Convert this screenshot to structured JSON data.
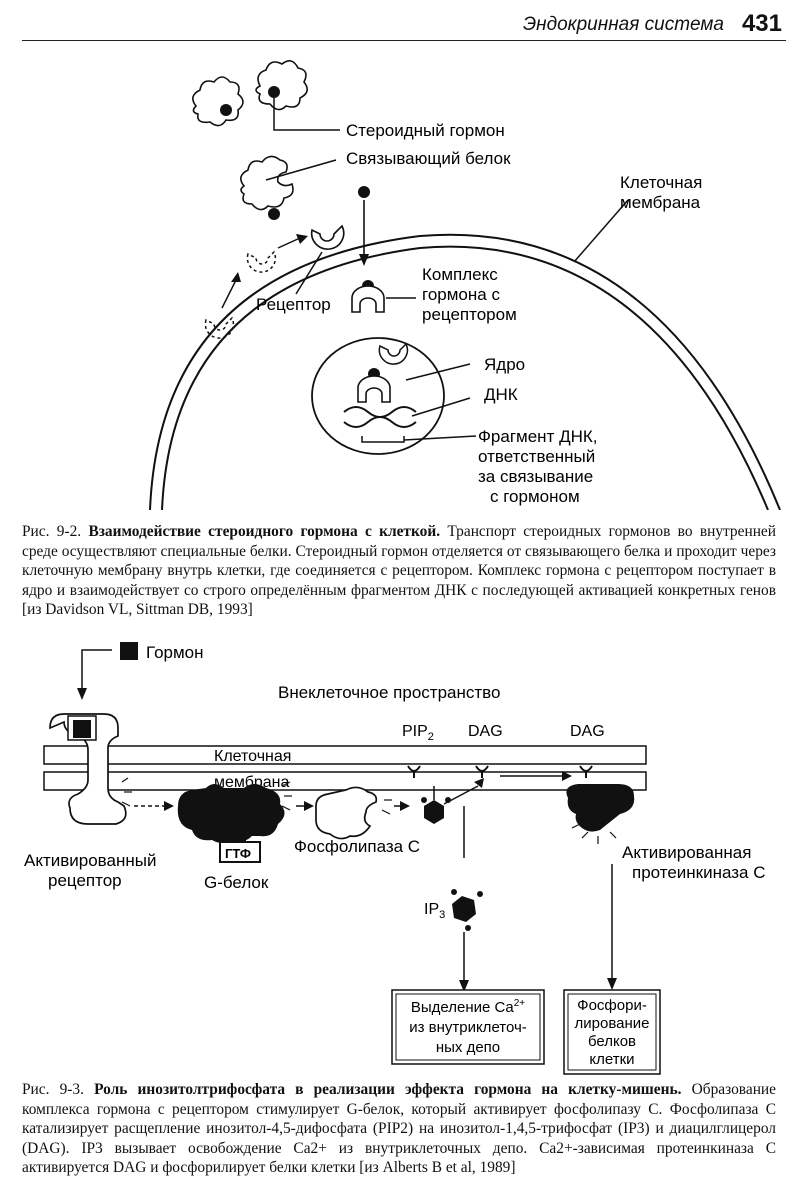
{
  "header": {
    "section_title": "Эндокринная система",
    "page_number": "431"
  },
  "figure1": {
    "labels": {
      "steroid_hormone": "Стероидный гормон",
      "binding_protein": "Связывающий белок",
      "membrane_line1": "Клеточная",
      "membrane_line2": "мембрана",
      "complex_line1": "Комплекс",
      "complex_line2": "гормона с",
      "complex_line3": "рецептором",
      "receptor": "Рецептор",
      "nucleus": "Ядро",
      "dna": "ДНК",
      "fragment_line1": "Фрагмент ДНК,",
      "fragment_line2": "ответственный",
      "fragment_line3": "за связывание",
      "fragment_line4": "с гормоном"
    },
    "caption": {
      "label": "Рис. 9-2.",
      "title": "Взаимодействие стероидного гормона с клеткой.",
      "text": "Транспорт стероидных гормонов во внутренней среде осуществляют специальные белки. Стероидный гормон отделяется от связывающего белка и проходит через клеточную мембрану внутрь клетки, где соединяется с рецептором. Комплекс гормона с рецептором поступает в ядро и взаимодействует со строго определённым фрагментом ДНК с последующей активацией конкретных генов [из Davidson VL, Sittman DB, 1993]"
    }
  },
  "figure2": {
    "labels": {
      "hormone": "Гормон",
      "extracellular": "Внеклеточное пространство",
      "membrane_line1": "Клеточная",
      "membrane_line2": "мембрана",
      "pip2": "PIP",
      "pip2_sub": "2",
      "dag1": "DAG",
      "dag2": "DAG",
      "activated_receptor_line1": "Активированный",
      "activated_receptor_line2": "рецептор",
      "gtp": "ГТФ",
      "g_protein": "G-белок",
      "phospholipase": "Фосфолипаза С",
      "activated_pkc_line1": "Активированная",
      "activated_pkc_line2": "протеинкиназа С",
      "ip3": "IP",
      "ip3_sub": "3",
      "box1_line1": "Выделение Ca",
      "box1_sup": "2+",
      "box1_line2": "из внутриклеточ-",
      "box1_line3": "ных депо",
      "box2_line1": "Фосфори-",
      "box2_line2": "лирование",
      "box2_line3": "белков",
      "box2_line4": "клетки"
    },
    "caption": {
      "label": "Рис. 9-3.",
      "title": "Роль инозитолтрифосфата в реализации эффекта гормона на клетку-мишень.",
      "text": "Образование комплекса гормона с рецептором стимулирует G-белок, который активирует фосфолипазу С. Фосфолипаза С катализирует расщепление инозитол-4,5-дифосфата (PIP2) на инозитол-1,4,5-трифосфат (IP3) и диацилглицерол (DAG). IP3 вызывает освобождение Ca2+ из внутриклеточных депо. Ca2+-зависимая протеинкиназа С активируется DAG и фосфорилирует белки клетки [из Alberts B et al, 1989]"
    }
  }
}
